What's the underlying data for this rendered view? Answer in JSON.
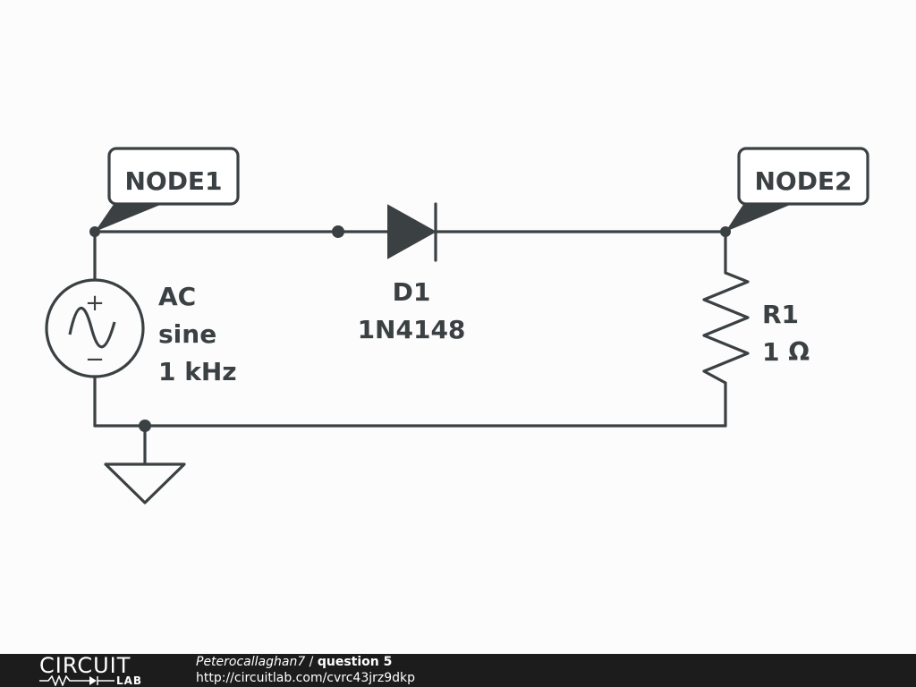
{
  "nodes": {
    "node1": "NODE1",
    "node2": "NODE2"
  },
  "source": {
    "line1": "AC",
    "line2": "sine",
    "line3": "1 kHz",
    "plus": "+",
    "minus": "−"
  },
  "diode": {
    "name": "D1",
    "part": "1N4148"
  },
  "resistor": {
    "name": "R1",
    "value": "1 Ω"
  },
  "footer": {
    "logo_circuit": "CIRCUIT",
    "logo_lab": "LAB",
    "user": "Peterocallaghan7",
    "separator": " / ",
    "title": "question 5",
    "url": "http://circuitlab.com/cvrc43jrz9dkp"
  },
  "colors": {
    "ink": "#3b4043",
    "background": "#fcfcfc",
    "footer_bg": "#1c1c1c"
  }
}
